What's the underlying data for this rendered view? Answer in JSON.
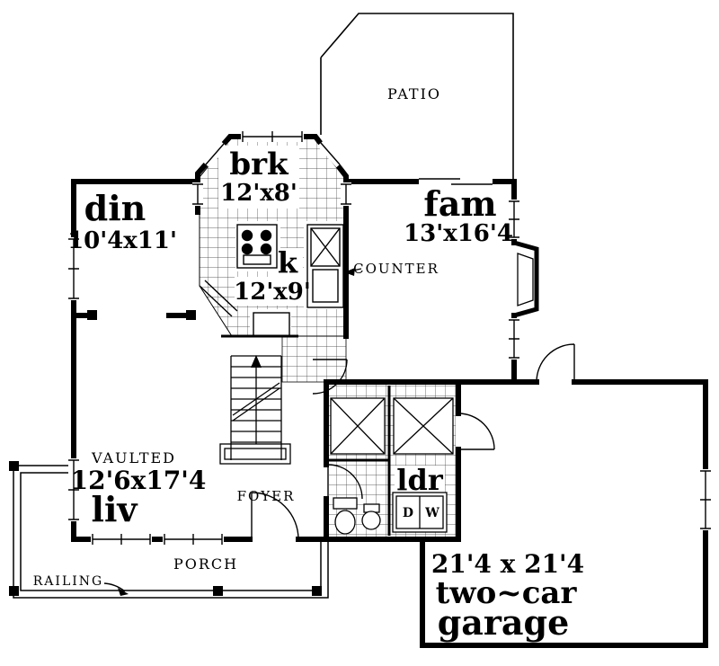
{
  "drawing": {
    "patio": {
      "label": "PATIO"
    },
    "breakfast": {
      "label": "brk",
      "dims": "12'x8'"
    },
    "dining": {
      "label": "din",
      "dims": "10'4x11'"
    },
    "family": {
      "label": "fam",
      "dims": "13'x16'4"
    },
    "kitchen": {
      "label": "k",
      "dims": "12'x9'",
      "counter_label": "COUNTER"
    },
    "living": {
      "note": "VAULTED",
      "dims": "12'6x17'4",
      "label": "liv"
    },
    "foyer": {
      "label": "FOYER"
    },
    "laundry": {
      "label": "ldr",
      "dryer_label": "D",
      "washer_label": "W"
    },
    "porch": {
      "label": "PORCH"
    },
    "railing": {
      "label": "RAILING"
    },
    "garage": {
      "dims": "21'4 x 21'4",
      "line1": "two~car",
      "line2": "garage"
    }
  },
  "colors": {
    "ink": "#000000",
    "paper": "#ffffff"
  }
}
